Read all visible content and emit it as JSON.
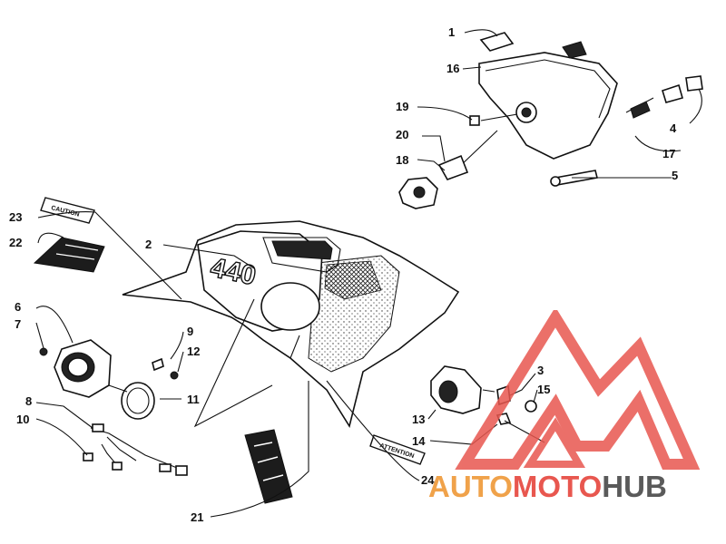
{
  "callouts": [
    {
      "id": "1",
      "label": "1"
    },
    {
      "id": "2",
      "label": "2"
    },
    {
      "id": "3",
      "label": "3"
    },
    {
      "id": "4",
      "label": "4"
    },
    {
      "id": "5",
      "label": "5"
    },
    {
      "id": "6",
      "label": "6"
    },
    {
      "id": "7",
      "label": "7"
    },
    {
      "id": "8",
      "label": "8"
    },
    {
      "id": "9",
      "label": "9"
    },
    {
      "id": "10",
      "label": "10"
    },
    {
      "id": "11",
      "label": "11"
    },
    {
      "id": "12",
      "label": "12"
    },
    {
      "id": "13",
      "label": "13"
    },
    {
      "id": "14",
      "label": "14"
    },
    {
      "id": "15",
      "label": "15"
    },
    {
      "id": "16",
      "label": "16"
    },
    {
      "id": "17",
      "label": "17"
    },
    {
      "id": "18",
      "label": "18"
    },
    {
      "id": "19",
      "label": "19"
    },
    {
      "id": "20",
      "label": "20"
    },
    {
      "id": "21",
      "label": "21"
    },
    {
      "id": "22",
      "label": "22"
    },
    {
      "id": "23",
      "label": "23"
    },
    {
      "id": "24",
      "label": "24"
    }
  ],
  "hood": {
    "model_badge": "440"
  },
  "decals": {
    "caution_label": "CAUTION",
    "attention_label": "ATTENTION"
  },
  "watermark": {
    "part1": "AUTO",
    "part2": "MOTO",
    "part3": "HUB",
    "color_red": "#e8574f",
    "color_gray": "#5a5a5a"
  }
}
